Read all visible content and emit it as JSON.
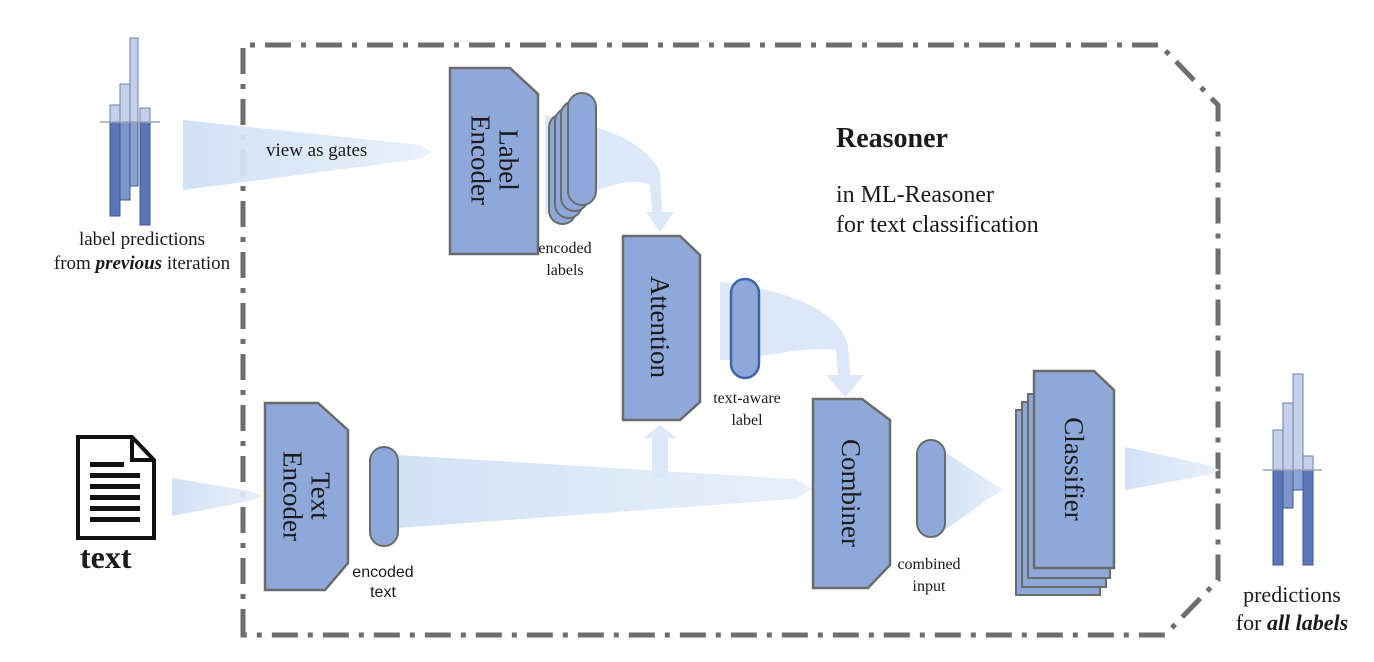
{
  "title": "Reasoner",
  "subtitle_lines": [
    "in ML-Reasoner",
    "for text classification"
  ],
  "blocks": {
    "label_encoder": [
      "Label",
      "Encoder"
    ],
    "text_encoder": [
      "Text",
      "Encoder"
    ],
    "attention": "Attention",
    "combiner": "Combiner",
    "classifier": "Classifier"
  },
  "inputs": {
    "previous_predictions": {
      "line1": "label predictions",
      "line2_prefix": "from ",
      "line2_emphasis": "previous",
      "line2_suffix": " iteration"
    },
    "text": "text"
  },
  "arrows": {
    "view_as_gates": "view as gates"
  },
  "intermediate": {
    "encoded_labels": [
      "encoded",
      "labels"
    ],
    "encoded_text": [
      "encoded",
      "text"
    ],
    "text_aware_label": [
      "text-aware",
      "label"
    ],
    "combined_input": [
      "combined",
      "input"
    ]
  },
  "outputs": {
    "line1": "predictions",
    "line2_prefix": "for ",
    "line2_emphasis": "all labels"
  },
  "colors": {
    "block_fill": "#8ea9d9",
    "block_stroke": "#6b6b6b",
    "flow": "#dce8f7",
    "boundary": "#6e6e6e",
    "bar_light": "#b4c2e3",
    "bar_dark": "#5b77b8"
  }
}
